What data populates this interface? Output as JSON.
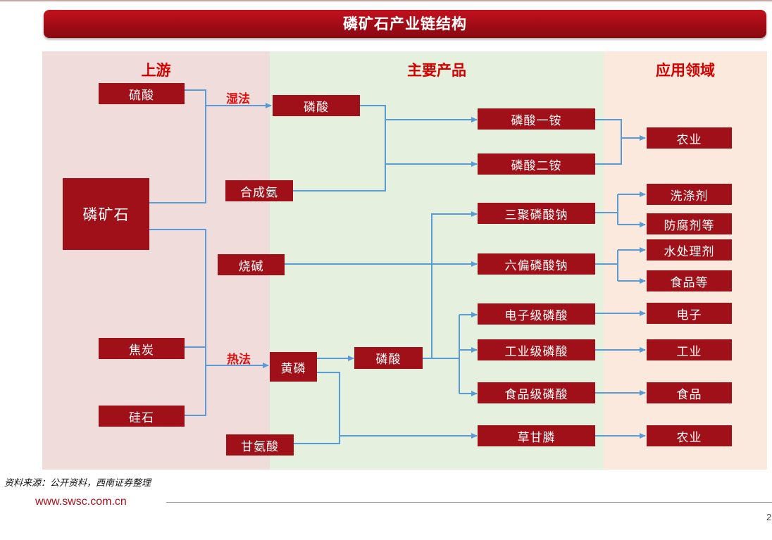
{
  "title": "磷矿石产业链结构",
  "sections": {
    "upstream": "上游",
    "products": "主要产品",
    "applications": "应用领域"
  },
  "process_labels": {
    "wet": "湿法",
    "thermal": "热法"
  },
  "upstream": {
    "sulfuric_acid": "硫酸",
    "phosphate_rock": "磷矿石",
    "coke": "焦炭",
    "silica": "硅石"
  },
  "inputs": {
    "synthetic_ammonia": "合成氨",
    "caustic_soda": "烧碱",
    "glycine": "甘氨酸"
  },
  "intermediates": {
    "phosphoric_acid_wet": "磷酸",
    "yellow_phosphorus": "黄磷",
    "phosphoric_acid_thermal": "磷酸"
  },
  "products": {
    "map": "磷酸一铵",
    "dap": "磷酸二铵",
    "stpp": "三聚磷酸钠",
    "shmp": "六偏磷酸钠",
    "electronic_pa": "电子级磷酸",
    "industrial_pa": "工业级磷酸",
    "food_pa": "食品级磷酸",
    "glyphosate": "草甘膦"
  },
  "applications": {
    "agriculture_1": "农业",
    "detergent": "洗涤剂",
    "preservative": "防腐剂等",
    "water_treatment": "水处理剂",
    "food_etc": "食品等",
    "electronics": "电子",
    "industry": "工业",
    "food": "食品",
    "agriculture_2": "农业"
  },
  "colors": {
    "box": "#a01018",
    "arrow": "#5b9bd5",
    "label_red": "#e01010"
  },
  "source": "资料来源：公开资料，西南证券整理",
  "footer_url": "www.swsc.com.cn",
  "page_number": "2"
}
